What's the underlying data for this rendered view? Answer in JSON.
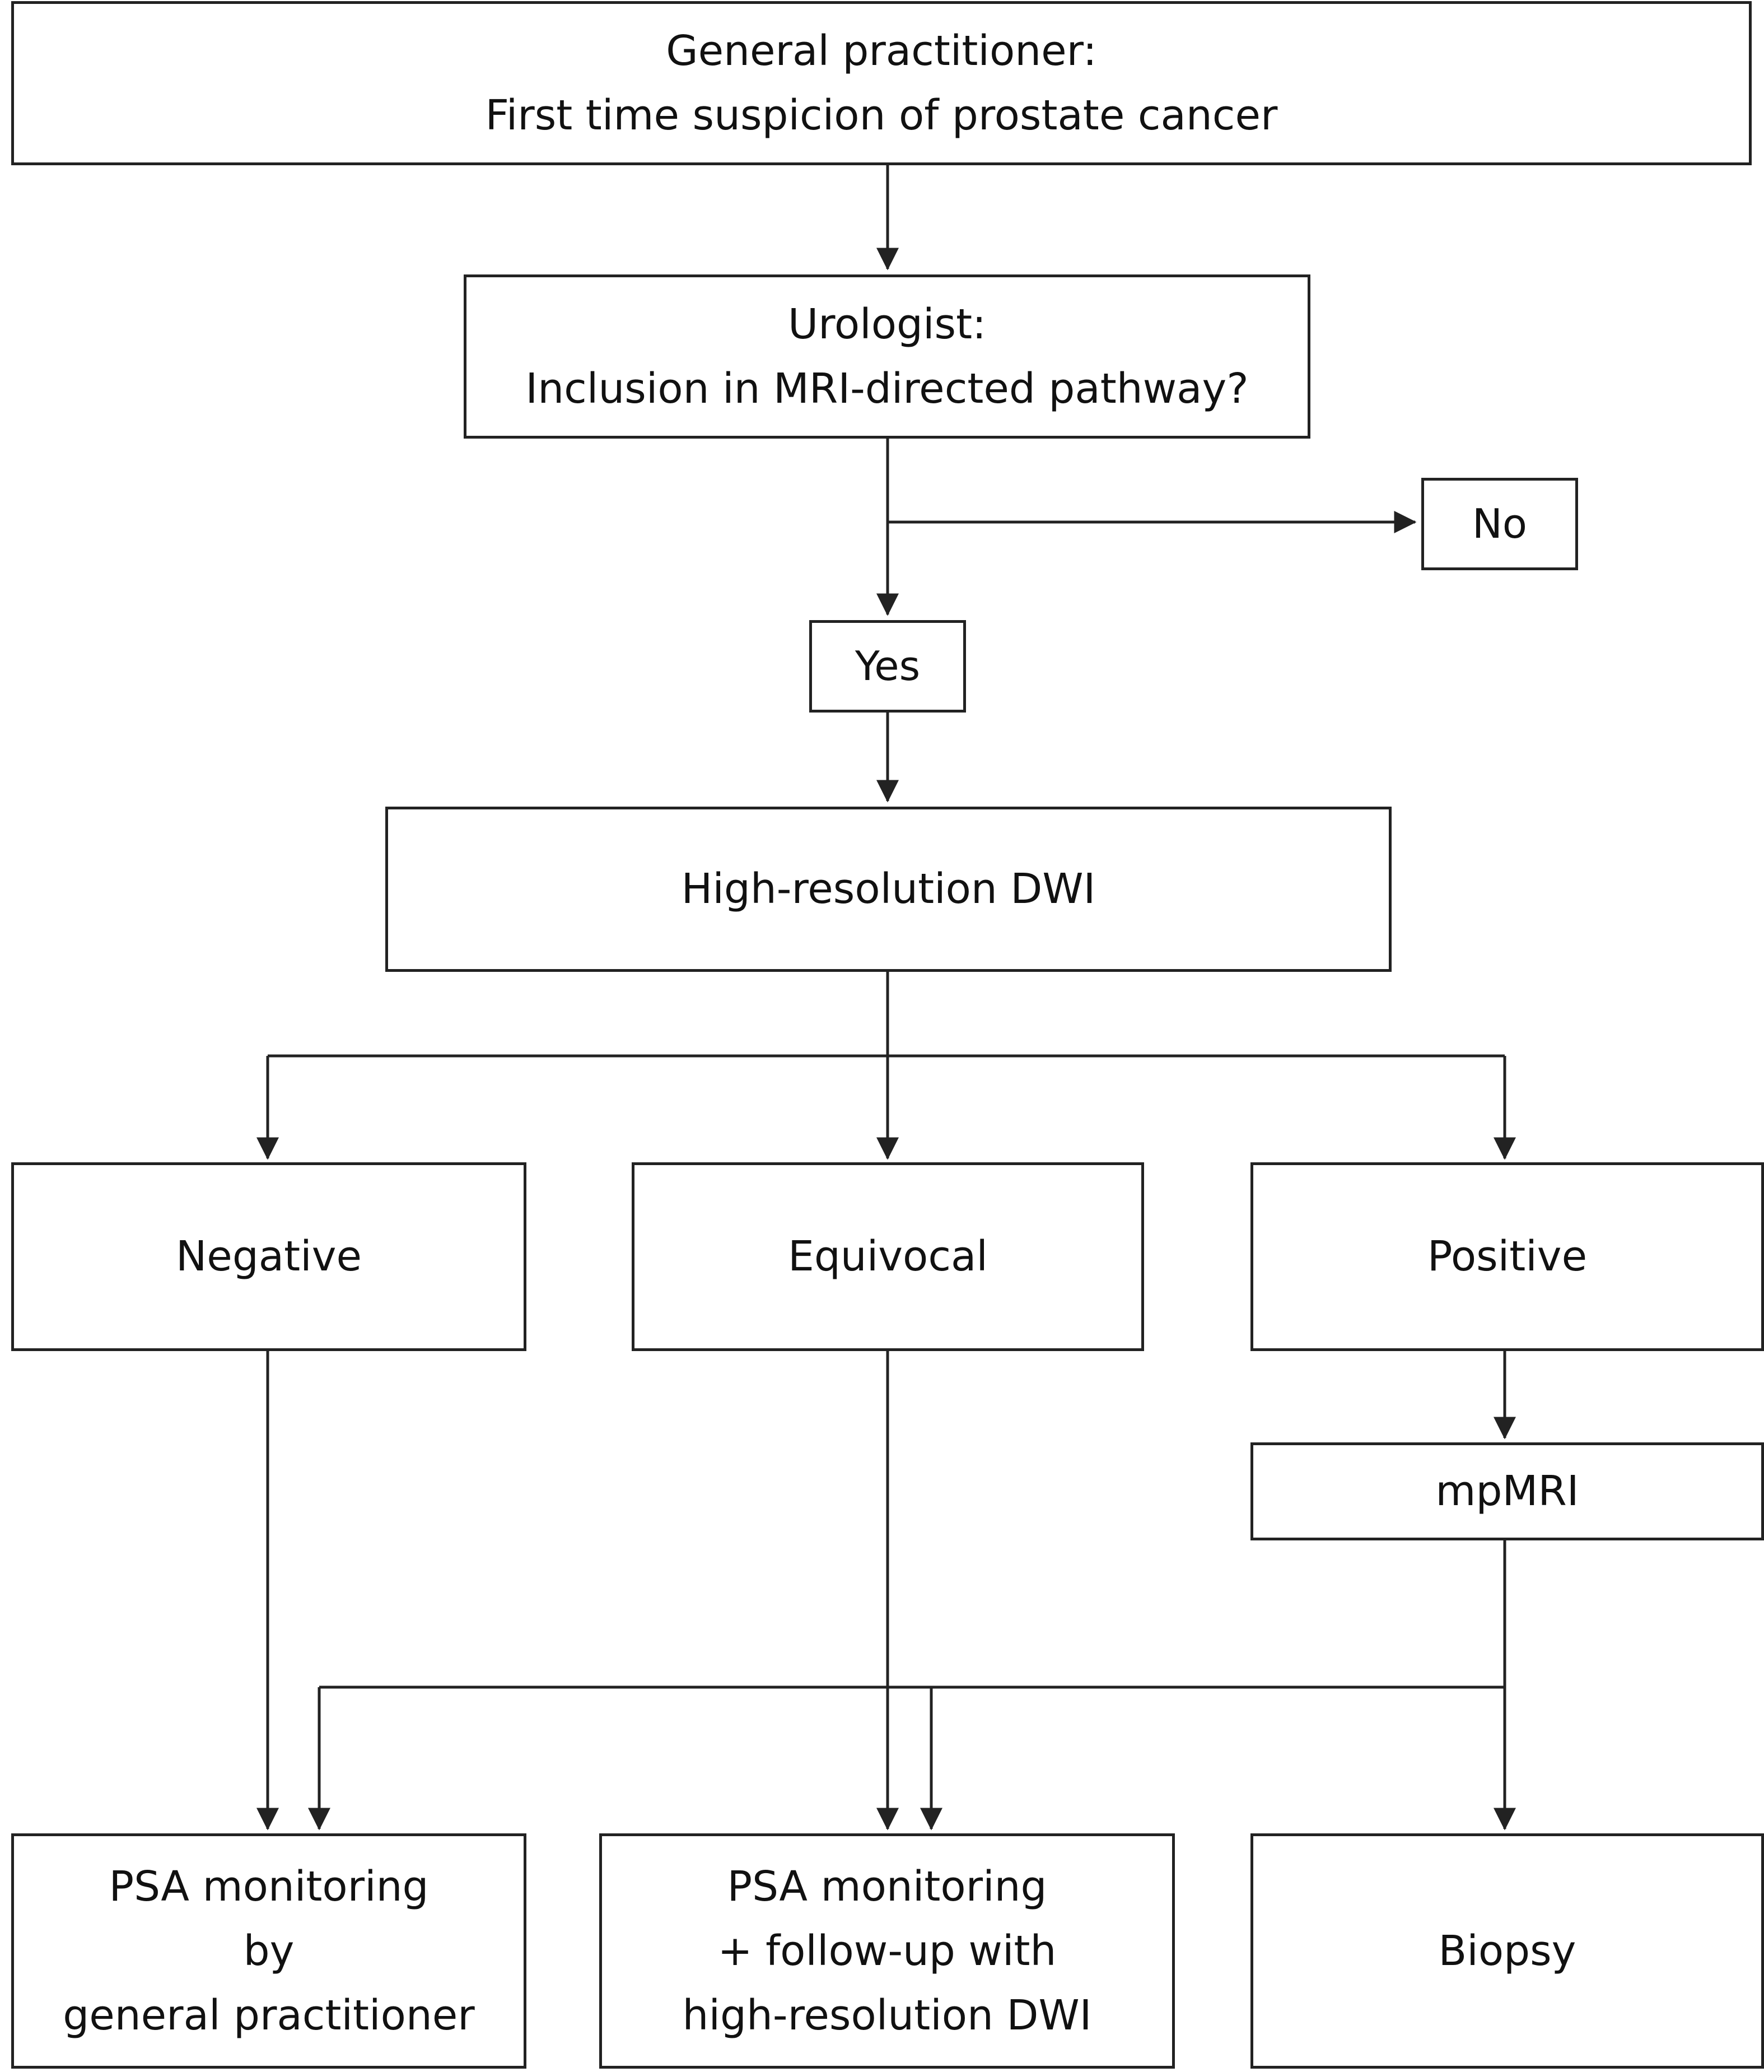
{
  "nodes": {
    "gp": {
      "lines": [
        "General practitioner:",
        "First time suspicion of prostate cancer"
      ]
    },
    "urologist": {
      "lines": [
        "Urologist:",
        "Inclusion in MRI-directed pathway?"
      ]
    },
    "no": {
      "lines": [
        "No"
      ]
    },
    "yes": {
      "lines": [
        "Yes"
      ]
    },
    "dwi": {
      "lines": [
        "High-resolution DWI"
      ]
    },
    "negative": {
      "lines": [
        "Negative"
      ]
    },
    "equivocal": {
      "lines": [
        "Equivocal"
      ]
    },
    "positive": {
      "lines": [
        "Positive"
      ]
    },
    "mpmri": {
      "lines": [
        "mpMRI"
      ]
    },
    "psa_gp": {
      "lines": [
        "PSA monitoring",
        "by",
        "general practitioner"
      ]
    },
    "psa_dwi": {
      "lines": [
        "PSA monitoring",
        "+ follow-up with",
        "high-resolution DWI"
      ]
    },
    "biopsy": {
      "lines": [
        "Biopsy"
      ]
    }
  },
  "edges": [
    {
      "from": "gp",
      "to": "urologist"
    },
    {
      "from": "urologist",
      "to": "no"
    },
    {
      "from": "urologist",
      "to": "yes"
    },
    {
      "from": "yes",
      "to": "dwi"
    },
    {
      "from": "dwi",
      "to": "negative"
    },
    {
      "from": "dwi",
      "to": "equivocal"
    },
    {
      "from": "dwi",
      "to": "positive"
    },
    {
      "from": "positive",
      "to": "mpmri"
    },
    {
      "from": "negative",
      "to": "psa_gp"
    },
    {
      "from": "equivocal",
      "to": "psa_dwi"
    },
    {
      "from": "mpmri",
      "to": "psa_gp"
    },
    {
      "from": "mpmri",
      "to": "psa_dwi"
    },
    {
      "from": "mpmri",
      "to": "biopsy"
    }
  ]
}
